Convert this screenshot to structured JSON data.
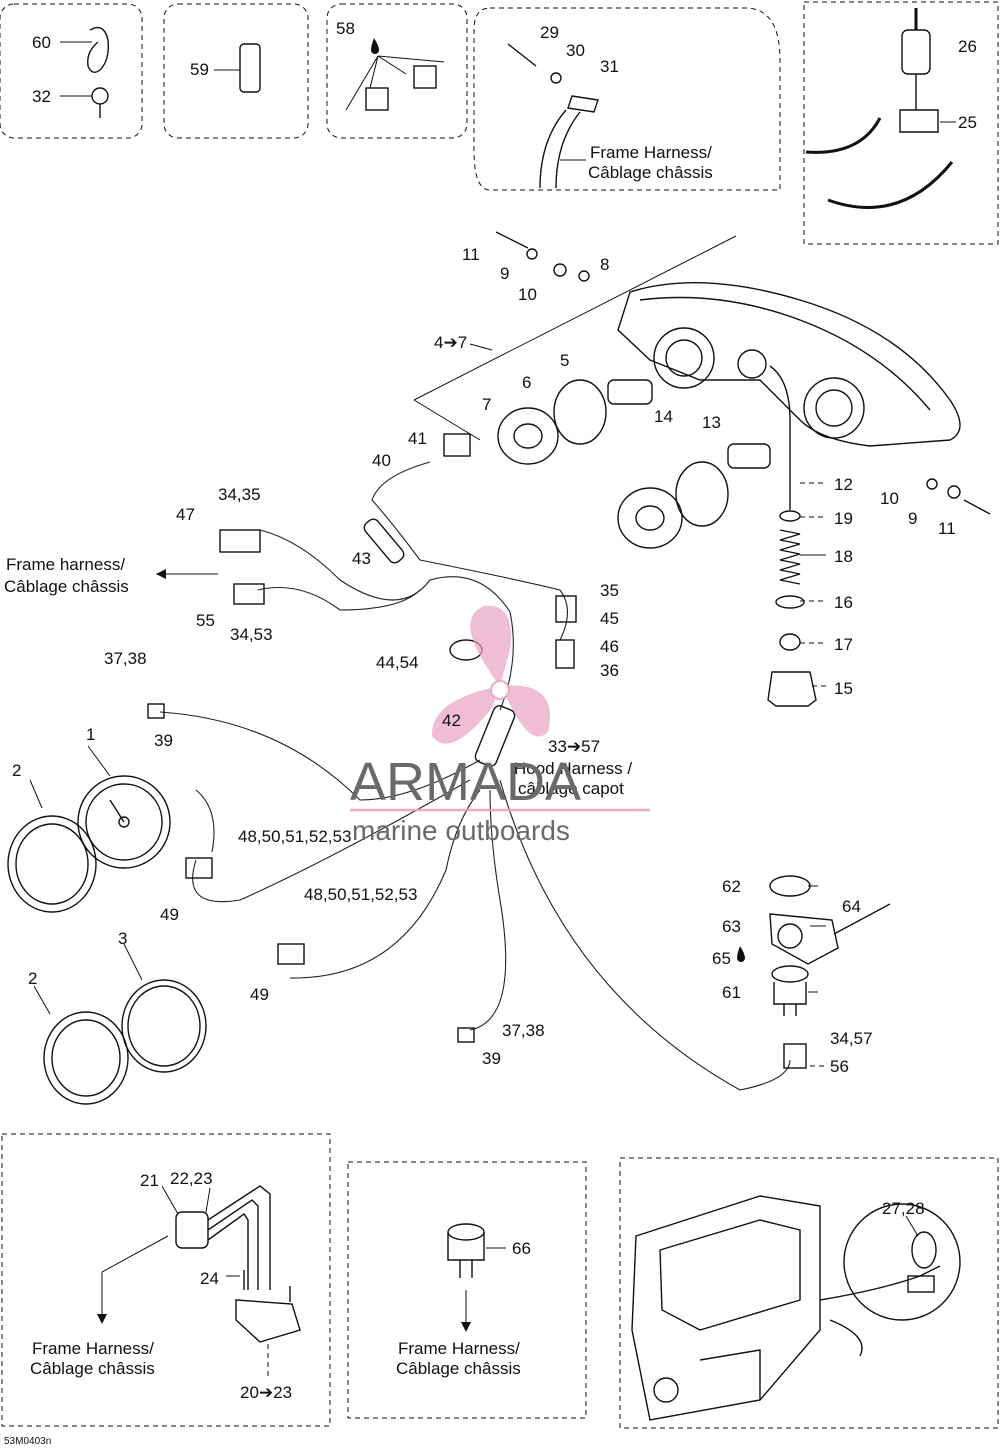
{
  "diagram": {
    "part_labels": {
      "p60": "60",
      "p32": "32",
      "p59": "59",
      "p58": "58",
      "p29": "29",
      "p30": "30",
      "p31": "31",
      "p26": "26",
      "p25": "25",
      "p11a": "11",
      "p9a": "9",
      "p10a": "10",
      "p8": "8",
      "p4to7": "4➔7",
      "p5": "5",
      "p6": "6",
      "p7": "7",
      "p14": "14",
      "p13": "13",
      "p41": "41",
      "p40": "40",
      "p43": "43",
      "p47": "47",
      "p3435": "34,35",
      "p55": "55",
      "p3453": "34,53",
      "p12": "12",
      "p10b": "10",
      "p9b": "9",
      "p11b": "11",
      "p19": "19",
      "p18": "18",
      "p16": "16",
      "p17": "17",
      "p15": "15",
      "p35": "35",
      "p45": "45",
      "p46": "46",
      "p36": "36",
      "p4454": "44,54",
      "p3738a": "37,38",
      "p39a": "39",
      "p42": "42",
      "p33to57": "33➔57",
      "p1": "1",
      "p2a": "2",
      "p48a": "48,50,51,52,53",
      "p49a": "49",
      "p48b": "48,50,51,52,53",
      "p49b": "49",
      "p3": "3",
      "p2b": "2",
      "p3738b": "37,38",
      "p39b": "39",
      "p62": "62",
      "p63": "63",
      "p64": "64",
      "p65": "65",
      "p61": "61",
      "p3457": "34,57",
      "p56": "56",
      "p21": "21",
      "p2223": "22,23",
      "p24": "24",
      "p20to23": "20➔23",
      "p66": "66",
      "p2728": "27,28"
    },
    "callouts": {
      "frame_harness_top_1": "Frame Harness/",
      "frame_harness_top_2": "Câblage châssis",
      "frame_harness_left_1": "Frame harness/",
      "frame_harness_left_2": "Câblage châssis",
      "hood_harness_1": "Hood Harness /",
      "hood_harness_2": "câblage capot",
      "frame_harness_bl_1": "Frame Harness/",
      "frame_harness_bl_2": "Câblage châssis",
      "frame_harness_bm_1": "Frame Harness/",
      "frame_harness_bm_2": "Câblage châssis"
    },
    "drawing_code": "53M0403n",
    "watermark": {
      "brand": "ARMADA",
      "tagline": "marine outboards",
      "brand_color": "#e8a0c0",
      "text_color": "#6a6a6a"
    }
  }
}
